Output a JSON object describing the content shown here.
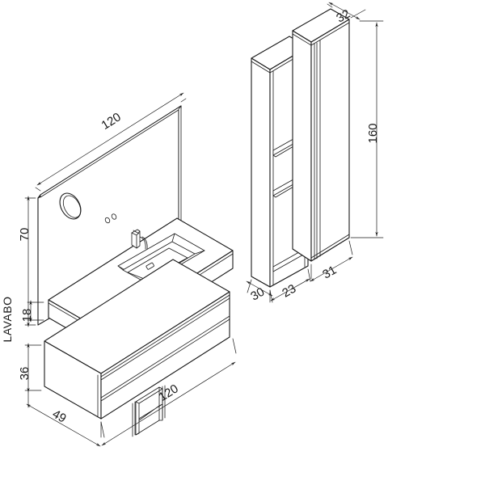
{
  "document": {
    "type": "technical-drawing",
    "subject": "bathroom-furniture-composition",
    "projection": "isometric",
    "units": "cm",
    "line_color": "#1a1a1a",
    "fill_color": "#ffffff",
    "background": "#ffffff"
  },
  "labels": {
    "lavabo": "LAVABO"
  },
  "dimensions": {
    "mirror_width": "120",
    "mirror_height": "70",
    "basin_top_thickness": "18",
    "vanity_width": "120",
    "vanity_depth": "49",
    "vanity_height": "36",
    "column_top_width": "32",
    "column_right_depth": "31",
    "column_left_depth": "30",
    "column_left_width": "23",
    "column_height": "160"
  },
  "items": [
    {
      "name": "wall-mirror",
      "width": "120",
      "height": "70",
      "features": [
        "oval-magnifier",
        "sensor-dot",
        "sensor-dot"
      ]
    },
    {
      "name": "washbasin-countertop",
      "label": "LAVABO",
      "thickness": "18",
      "features": [
        "integrated-basin",
        "faucet",
        "drain"
      ]
    },
    {
      "name": "vanity-unit",
      "width": "120",
      "depth": "49",
      "height": "36",
      "features": [
        "drawer",
        "drawer",
        "open-shelf-niche"
      ]
    },
    {
      "name": "tall-column-open",
      "width": "23",
      "depth": "30",
      "height": "160",
      "features": [
        "shelf",
        "shelf"
      ]
    },
    {
      "name": "tall-column-closed",
      "width": "32",
      "depth": "31",
      "height": "160",
      "features": [
        "door"
      ]
    }
  ]
}
